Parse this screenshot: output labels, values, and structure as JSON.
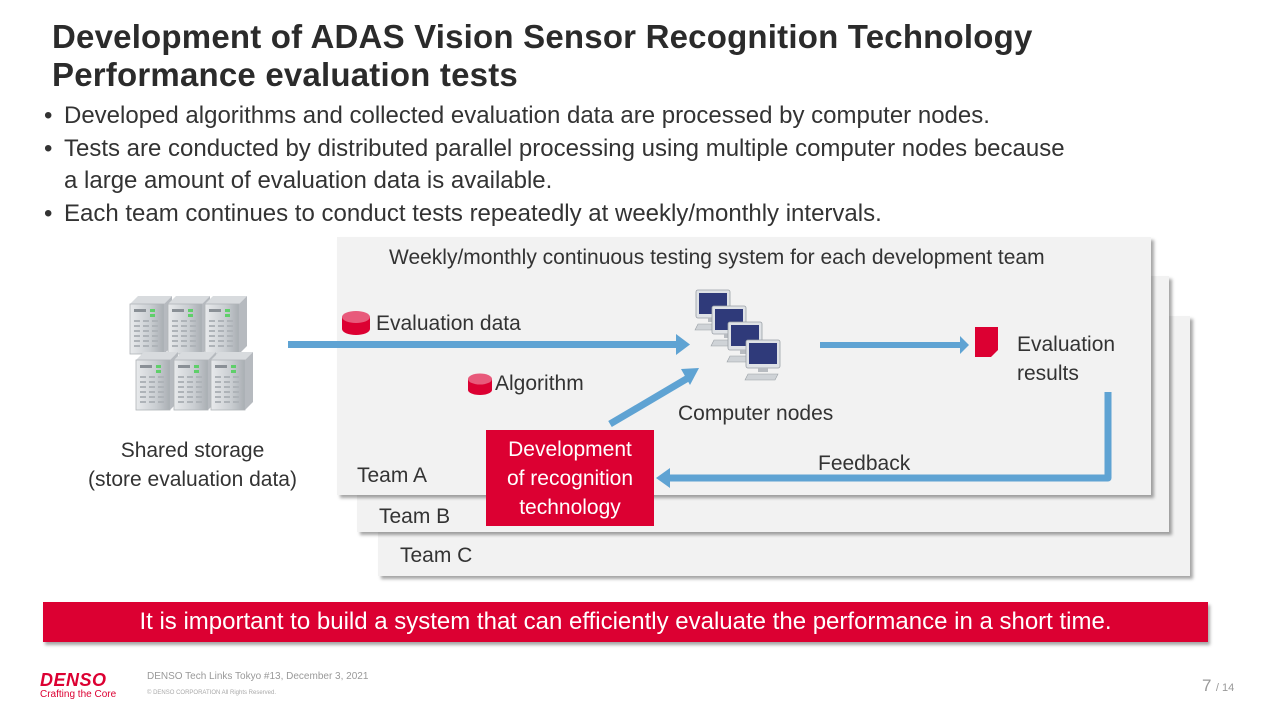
{
  "slide": {
    "title_line1": "Development of ADAS Vision Sensor Recognition Technology",
    "title_line2": "Performance evaluation tests",
    "bullets": [
      "Developed algorithms and collected evaluation data are processed by computer nodes.",
      "Tests are conducted by distributed parallel processing using multiple computer nodes because",
      "a large amount of evaluation data is available.",
      "Each team continues to conduct tests repeatedly at weekly/monthly intervals."
    ],
    "bullet_glyph": "•"
  },
  "diagram": {
    "system_title": "Weekly/monthly continuous testing system for each development team",
    "shared_storage": {
      "icon": "server-cluster-icon",
      "label_line1": "Shared storage",
      "label_line2": "(store evaluation data)"
    },
    "evaluation_data_label": "Evaluation data",
    "algorithm_label": "Algorithm",
    "computer_nodes_label": "Computer nodes",
    "evaluation_results_line1": "Evaluation",
    "evaluation_results_line2": "results",
    "feedback_label": "Feedback",
    "dev_box_line1": "Development",
    "dev_box_line2": "of recognition",
    "dev_box_line3": "technology",
    "teams": [
      "Team A",
      "Team B",
      "Team C"
    ],
    "colors": {
      "accent_red": "#dc0032",
      "arrow_blue": "#5fa3d3",
      "panel_gray": "#f2f2f2",
      "monitor_blue": "#2f3a7a"
    }
  },
  "callout": "It is important to build a system that can efficiently evaluate the performance in a short time.",
  "footer": {
    "logo": "DENSO",
    "tagline": "Crafting the Core",
    "event": "DENSO Tech Links Tokyo #13, December 3, 2021",
    "copyright": "© DENSO CORPORATION  All Rights Reserved.",
    "page_current": "7",
    "page_total": "/ 14"
  }
}
